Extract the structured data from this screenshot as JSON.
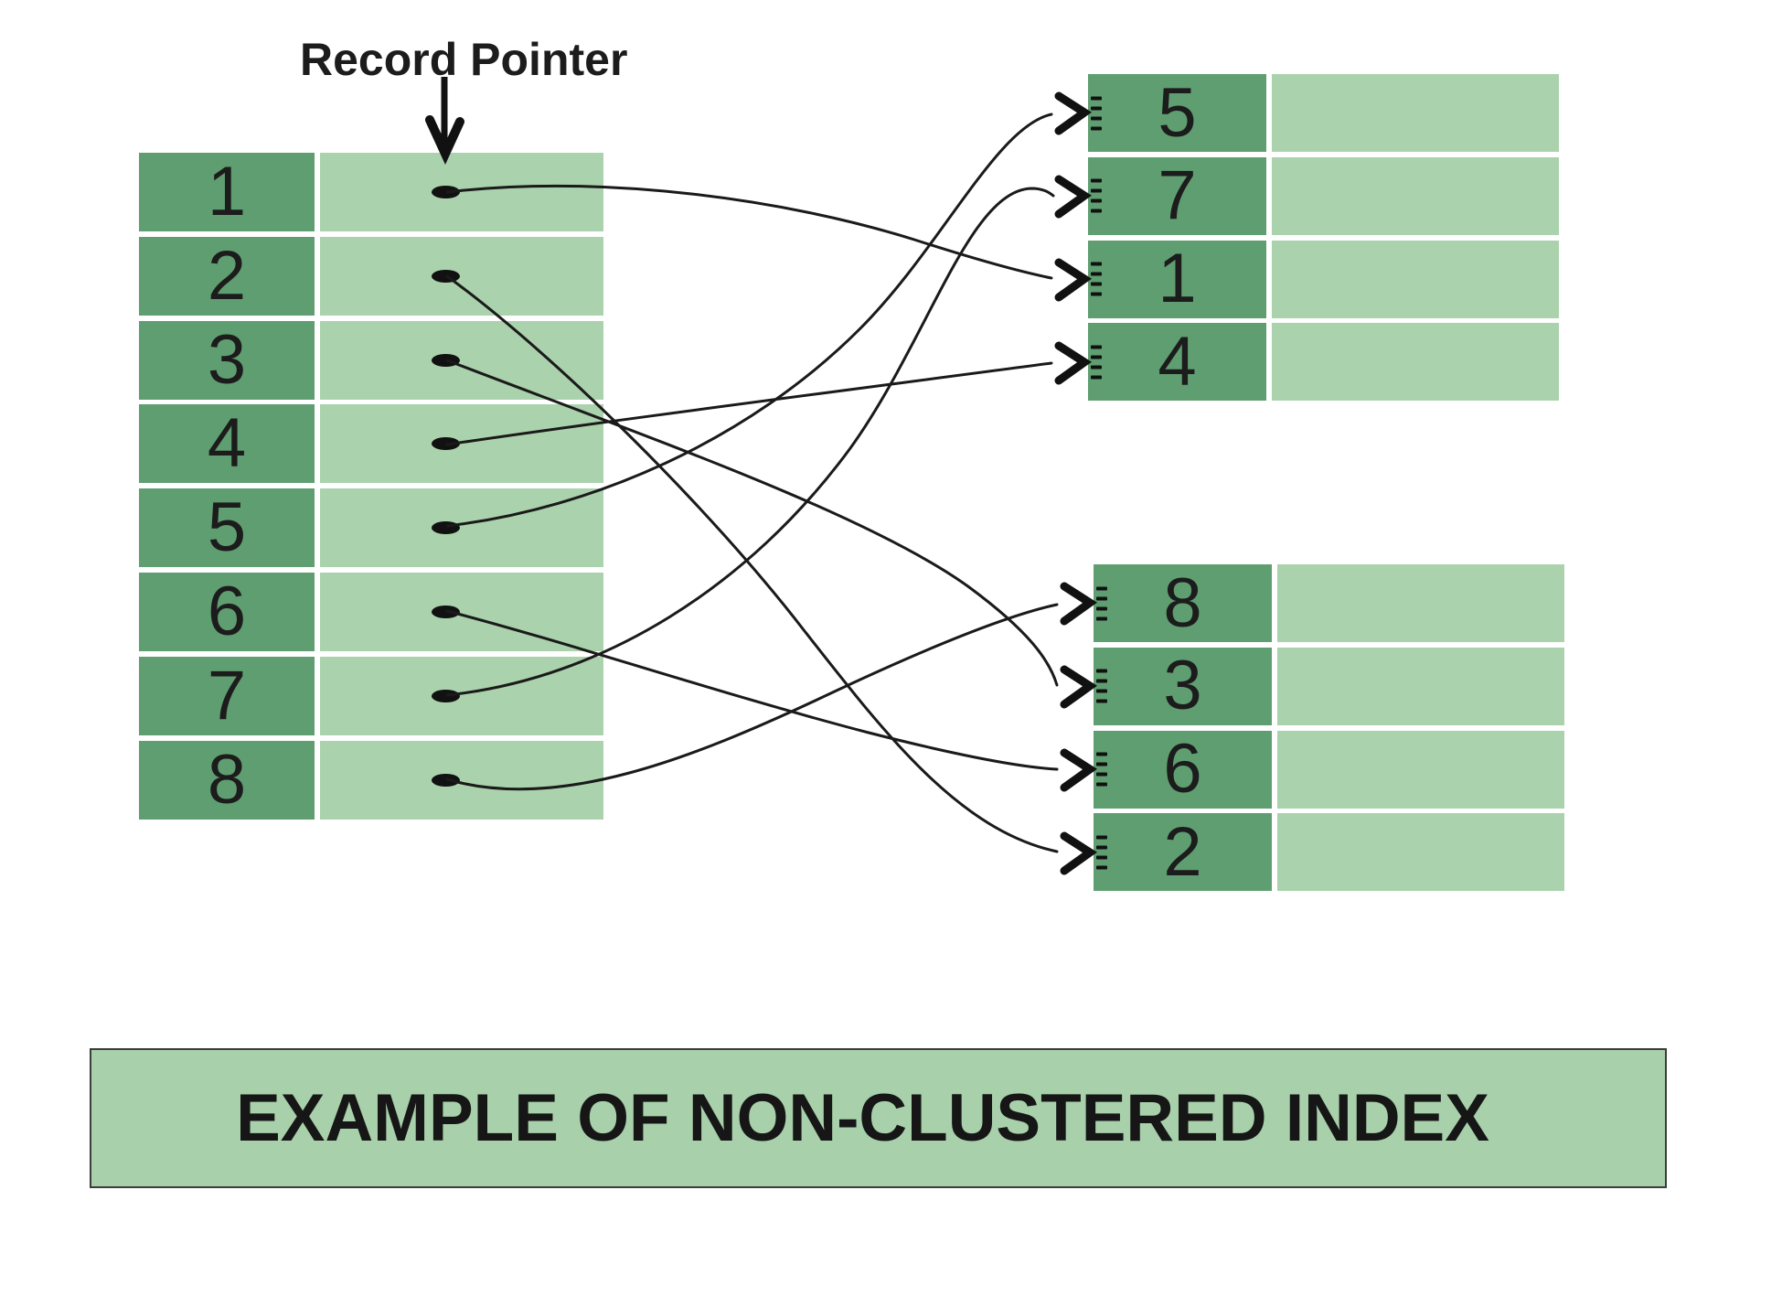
{
  "labels": {
    "record_pointer": "Record Pointer"
  },
  "title": {
    "text": "EXAMPLE OF NON-CLUSTERED INDEX"
  },
  "index_table": {
    "description": "index key column with record pointer column",
    "rows": [
      "1",
      "2",
      "3",
      "4",
      "5",
      "6",
      "7",
      "8"
    ]
  },
  "data_pages": [
    {
      "rows": [
        "5",
        "7",
        "1",
        "4"
      ]
    },
    {
      "rows": [
        "8",
        "3",
        "6",
        "2"
      ]
    }
  ],
  "pointer_links": [
    {
      "index_key": "1",
      "points_to_row": "1"
    },
    {
      "index_key": "2",
      "points_to_row": "2"
    },
    {
      "index_key": "3",
      "points_to_row": "3"
    },
    {
      "index_key": "4",
      "points_to_row": "4"
    },
    {
      "index_key": "5",
      "points_to_row": "5"
    },
    {
      "index_key": "6",
      "points_to_row": "6"
    },
    {
      "index_key": "7",
      "points_to_row": "7"
    },
    {
      "index_key": "8",
      "points_to_row": "8"
    }
  ],
  "colors": {
    "dark_green": "#5f9e70",
    "light_green": "#aad2ac",
    "banner_green": "#a8d0aa",
    "line_black": "#1a1a1a",
    "border_dark": "#3c3c3c",
    "background": "#ffffff"
  }
}
